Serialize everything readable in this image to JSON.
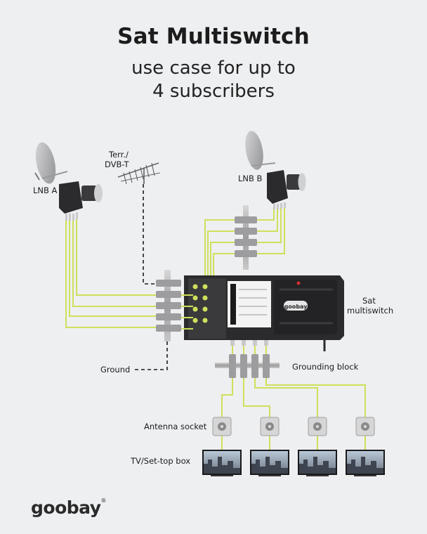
{
  "header": {
    "title": "Sat Multiswitch",
    "subtitle_line1": "use case for up to",
    "subtitle_line2": "4 subscribers"
  },
  "labels": {
    "lnb_a": "LNB A",
    "lnb_b": "LNB B",
    "terr_line1": "Terr./",
    "terr_line2": "DVB-T",
    "sat_line1": "Sat",
    "sat_line2": "multiswitch",
    "ground": "Ground",
    "grounding_block": "Grounding block",
    "antenna_socket": "Antenna socket",
    "tv": "TV/Set-top box"
  },
  "device": {
    "brand": "goobay"
  },
  "footer": {
    "logo": "goobay",
    "registered": "®"
  },
  "colors": {
    "cable": "#cfe05a",
    "device_dark": "#2b2b2d",
    "background": "#eeeff1"
  }
}
